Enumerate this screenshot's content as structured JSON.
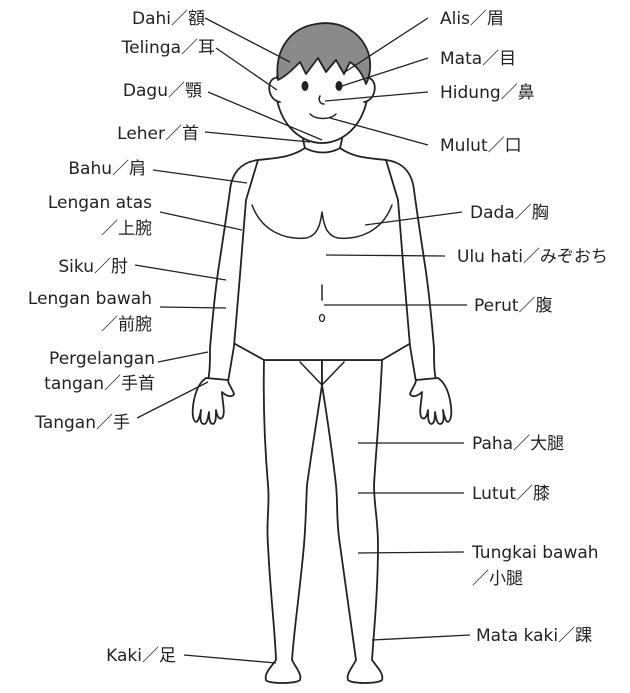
{
  "labels": {
    "dahi": "Dahi／額",
    "alis": "Alis／眉",
    "telinga": "Telinga／耳",
    "mata": "Mata／目",
    "dagu": "Dagu／顎",
    "hidung": "Hidung／鼻",
    "leher": "Leher／首",
    "mulut": "Mulut／口",
    "bahu": "Bahu／肩",
    "lengan_atas_1": "Lengan atas",
    "lengan_atas_2": "／上腕",
    "dada": "Dada／胸",
    "ulu_hati": "Ulu hati／みぞおち",
    "siku": "Siku／肘",
    "lengan_bawah_1": "Lengan bawah",
    "lengan_bawah_2": "／前腕",
    "perut": "Perut／腹",
    "pergelangan_1": "Pergelangan",
    "pergelangan_2": "tangan／手首",
    "tangan": "Tangan／手",
    "paha": "Paha／大腿",
    "lutut": "Lutut／膝",
    "tungkai_1": "Tungkai bawah",
    "tungkai_2": "／小腿",
    "mata_kaki": "Mata kaki／踝",
    "kaki": "Kaki／足"
  },
  "colors": {
    "hair": "#8a8a8a",
    "ink": "#222222",
    "background": "#ffffff"
  }
}
